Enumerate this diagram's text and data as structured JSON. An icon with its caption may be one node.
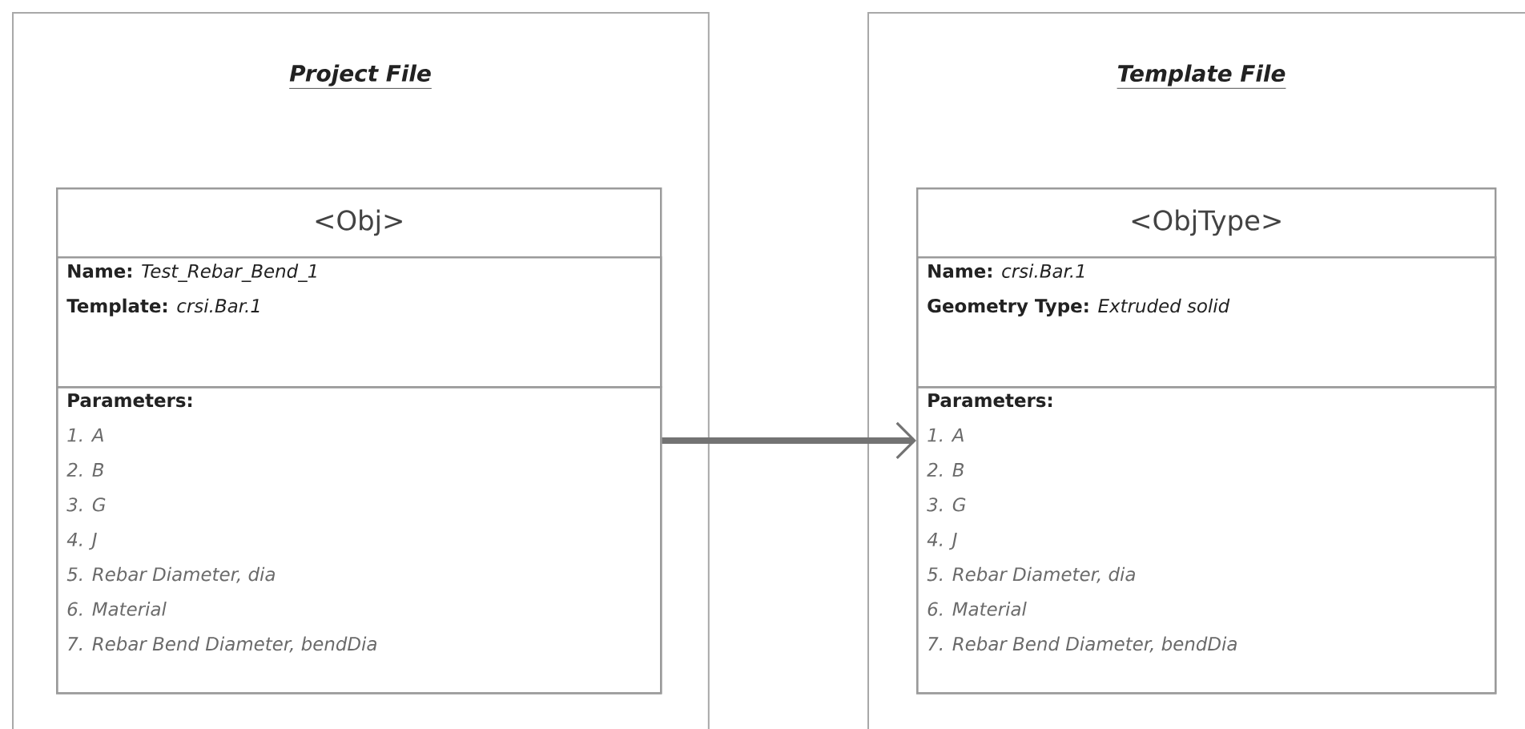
{
  "diagram": {
    "nodes": [
      {
        "text": [
          "Project File"
        ]
      },
      {
        "text": [
          "<Obj>"
        ],
        "in": 0
      },
      {
        "text": [
          "**Name:** *Test_Rebar_Bend_1*",
          "**Template:** *crsi.Bar.1*"
        ],
        "in": 1
      },
      {
        "text": [
          "Parameters:",
          "1. A",
          "2. B",
          "3. G",
          "4. J",
          "5. Rebar Diameter, dia",
          "6. Material",
          "7. Rebar Bend Diameter, bendDia"
        ],
        "in": 1
      },
      {
        "text": [
          "Template File"
        ]
      },
      {
        "text": [
          "<ObjType>"
        ],
        "in": 4
      },
      {
        "text": [
          "**Name:** *crsi.Bar.1*",
          "**Geometry Type:** *Extruded solid*"
        ],
        "in": 5
      },
      {
        "text": [
          "Parameters:",
          "1. A",
          "2. B",
          "3. G",
          "4. J",
          "5. Rebar Diameter, dia",
          "6. Material",
          "7. Rebar Bend Diameter, bendDia"
        ],
        "in": 5
      }
    ],
    "edges": [
      {
        "from": 3,
        "to": 7,
        "arrow": "to"
      }
    ]
  }
}
